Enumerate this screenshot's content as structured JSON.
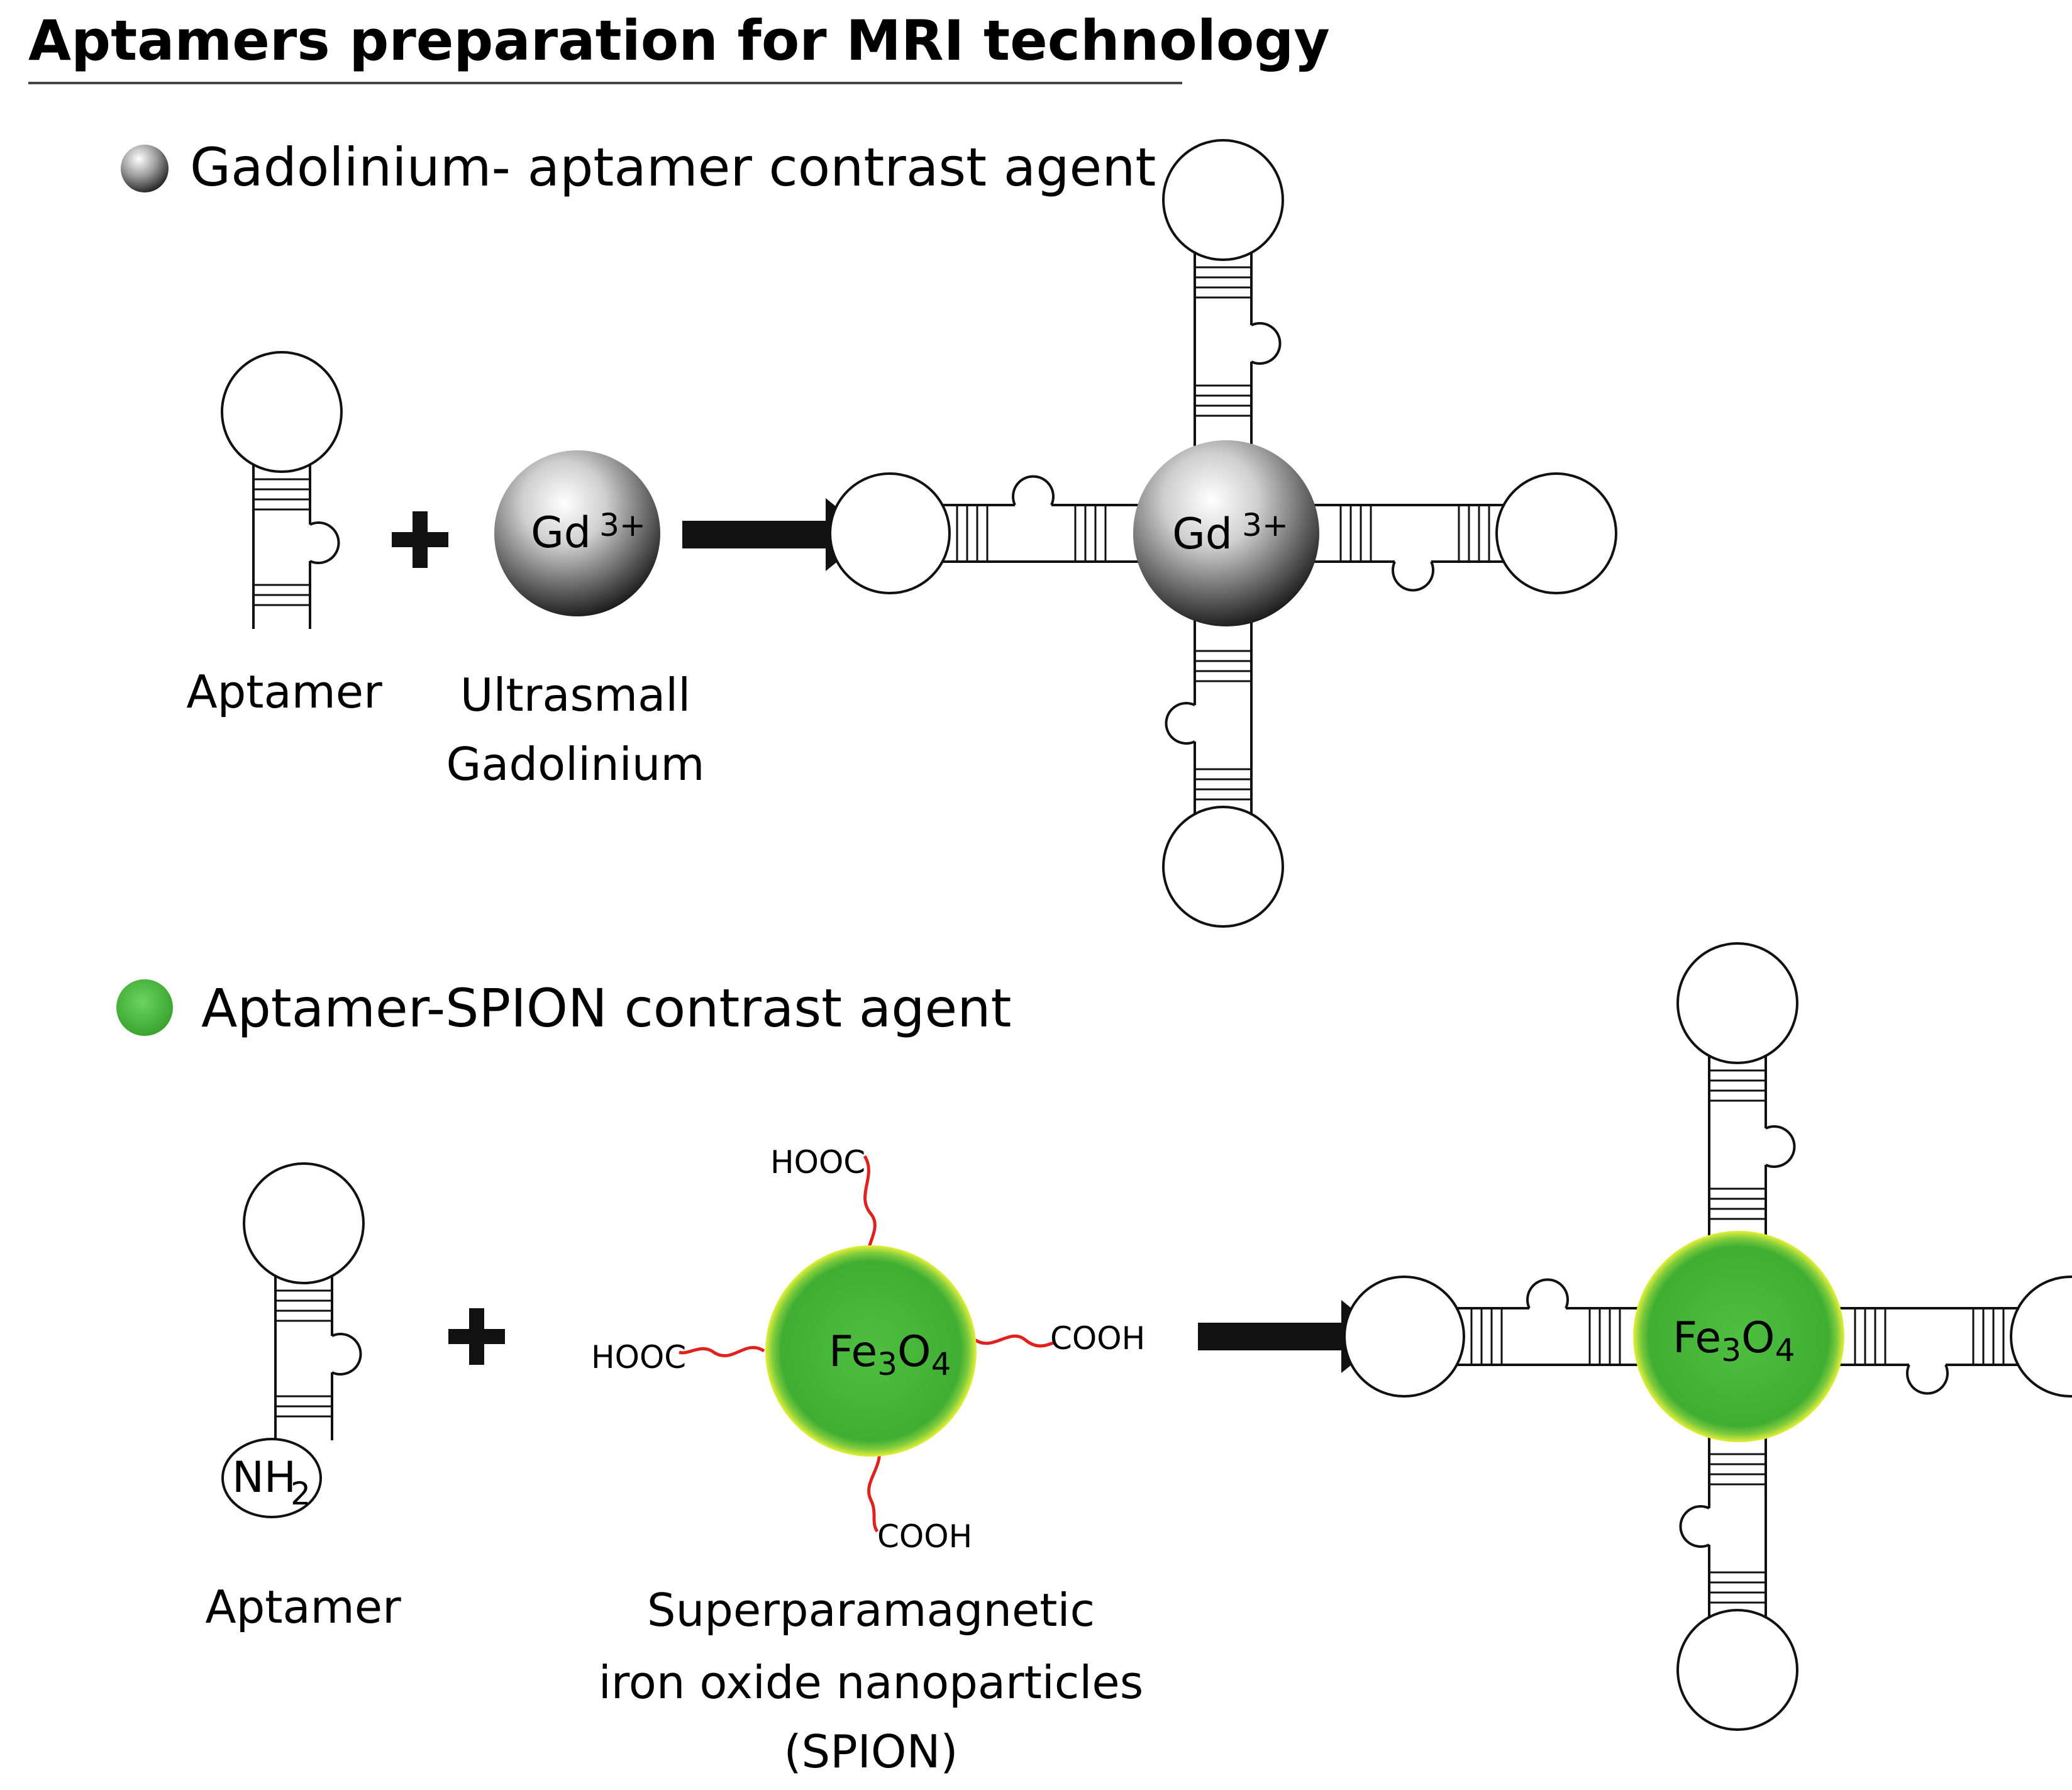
{
  "title": "Aptamers preparation for MRI technology",
  "sections": [
    {
      "heading": "Gadolinium- aptamer contrast agent",
      "bullet_color": "#9a9a9a",
      "reactant_label": "Aptamer",
      "particle_label": "Gd",
      "particle_charge": "3+",
      "particle_caption_lines": [
        "Ultrasmall",
        "Gadolinium"
      ],
      "product_label": "Gd",
      "product_charge": "3+"
    },
    {
      "heading": "Aptamer-SPION contrast agent",
      "bullet_color": "#45b035",
      "reactant_label": "Aptamer",
      "amine_label": "NH",
      "amine_sub": "2",
      "particle_label": "Fe",
      "particle_sub1": "3",
      "particle_mid": "O",
      "particle_sub2": "4",
      "group_top": "HOOC",
      "group_left": "HOOC",
      "group_right": "COOH",
      "group_bottom": "COOH",
      "particle_caption_lines": [
        "Superparamagnetic",
        "iron oxide nanoparticles",
        "(SPION)"
      ]
    }
  ],
  "plus_sign": "+",
  "colors": {
    "gadolinium_highlight": "#ffffff",
    "gadolinium_shadow": "#111111",
    "spion_green": "#46b53a",
    "spion_rim": "#e4ef3a",
    "linker_red": "#e0221e",
    "arrow": "#111111"
  }
}
